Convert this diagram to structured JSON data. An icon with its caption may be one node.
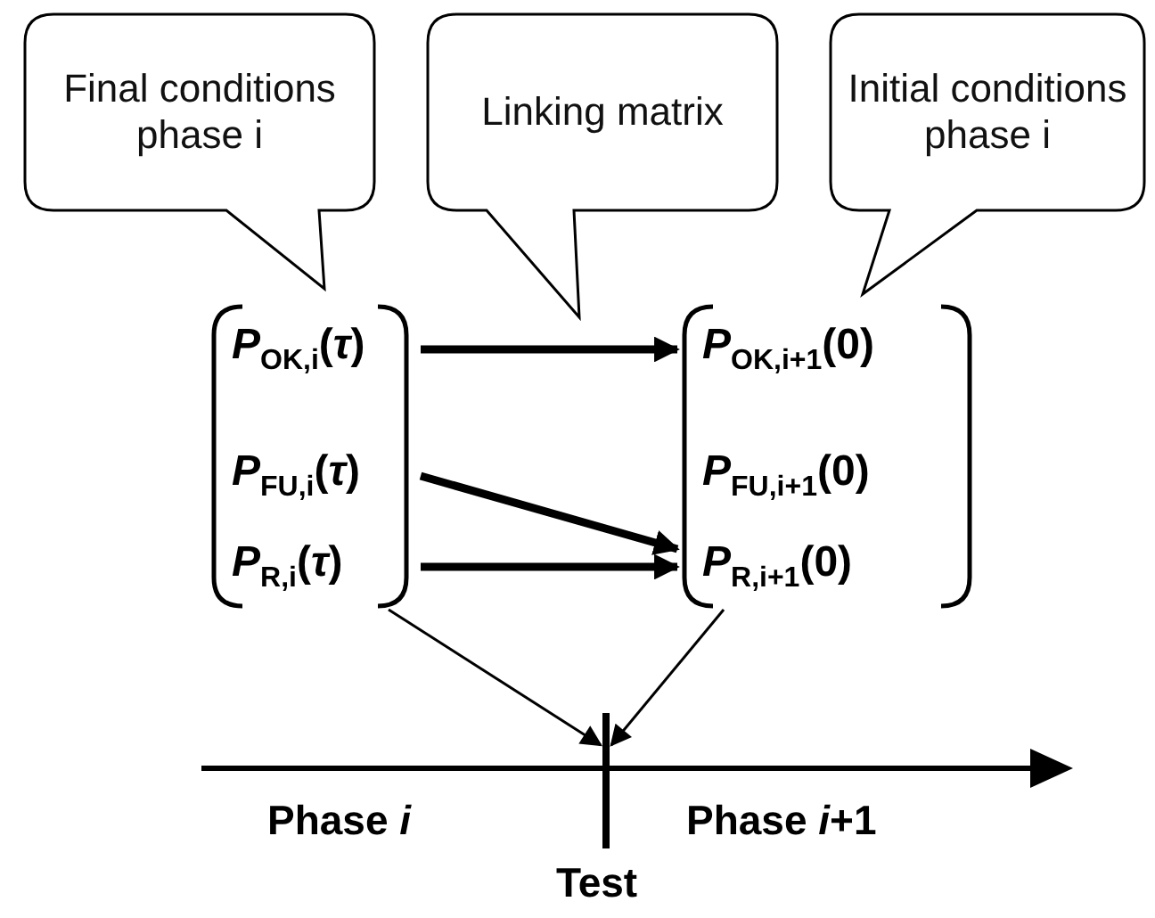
{
  "diagram": {
    "nodes": [
      {
        "text": [
          "Final conditions phase i"
        ]
      },
      {
        "text": [
          "Linking matrix"
        ]
      },
      {
        "text": [
          "Initial conditions phase i"
        ]
      },
      {
        "text": [],
        "shape": "box"
      },
      {
        "text": [
          "*P*$_{OK,i}$(*τ*)"
        ],
        "in": 3
      },
      {
        "text": [
          "*P*$_{FU,i}$(*τ*)"
        ],
        "in": 3
      },
      {
        "text": [
          "*P*$_{R,i}$(*τ*)"
        ],
        "in": 3
      },
      {
        "text": [],
        "shape": "box"
      },
      {
        "text": [
          "*P*$_{OK,i+1}$(0)"
        ],
        "in": 7
      },
      {
        "text": [
          "*P*$_{FU,i+1}$(0)"
        ],
        "in": 7
      },
      {
        "text": [
          "*P*$_{R,i+1}$(0)"
        ],
        "in": 7
      },
      {
        "text": [],
        "shape": "bar"
      }
    ],
    "edges": [
      {
        "from": 4,
        "to": 8,
        "arrow": "to"
      },
      {
        "from": 5,
        "to": 10,
        "arrow": "to"
      },
      {
        "from": 6,
        "to": 10,
        "arrow": "to"
      },
      {
        "from": 3,
        "to": 11,
        "arrow": "to"
      },
      {
        "from": 7,
        "to": 11,
        "arrow": "to"
      }
    ],
    "labels": [
      "Phase *i*",
      "Phase *i*+1",
      "Test"
    ]
  }
}
